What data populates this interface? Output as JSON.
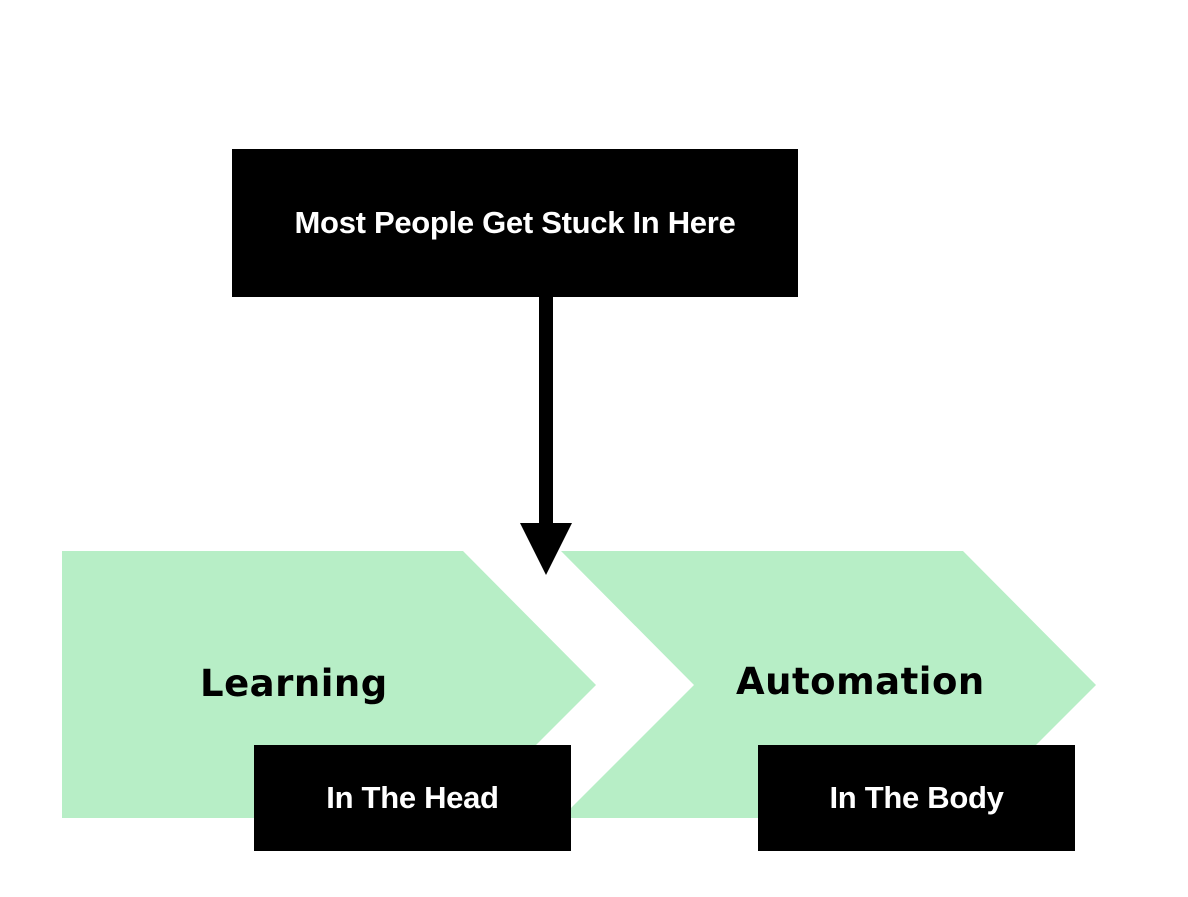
{
  "diagram": {
    "colors": {
      "stage_fill": "#b7eec6",
      "box_fill": "#000000",
      "box_text": "#ffffff",
      "arrow": "#000000",
      "label_text": "#000000"
    },
    "callout": {
      "text": "Most People Get Stuck In Here",
      "points_to": "transition between Learning and Automation"
    },
    "stages": [
      {
        "label": "Learning",
        "caption": "In The Head"
      },
      {
        "label": "Automation",
        "caption": "In The Body"
      }
    ]
  }
}
